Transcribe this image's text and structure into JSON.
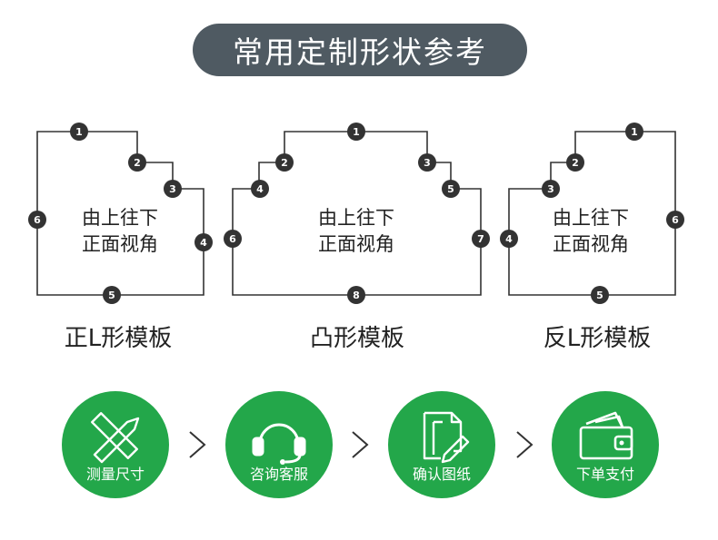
{
  "header": {
    "title": "常用定制形状参考"
  },
  "templates": [
    {
      "name": "正L形模板",
      "line1": "由上往下",
      "line2": "正面视角",
      "markers": [
        "1",
        "2",
        "3",
        "4",
        "5",
        "6"
      ]
    },
    {
      "name": "凸形模板",
      "line1": "由上往下",
      "line2": "正面视角",
      "markers": [
        "1",
        "2",
        "3",
        "4",
        "5",
        "6",
        "7",
        "8"
      ]
    },
    {
      "name": "反L形模板",
      "line1": "由上往下",
      "line2": "正面视角",
      "markers": [
        "1",
        "2",
        "3",
        "4",
        "5",
        "6"
      ]
    }
  ],
  "steps": [
    {
      "label": "测量尺寸",
      "icon": "ruler-pencil-icon"
    },
    {
      "label": "咨询客服",
      "icon": "headset-icon"
    },
    {
      "label": "确认图纸",
      "icon": "drawing-document-icon"
    },
    {
      "label": "下单支付",
      "icon": "wallet-icon"
    }
  ],
  "colors": {
    "header_bg": "#4f5a62",
    "marker": "#333333",
    "step_bg": "#23a74a",
    "outline": "#333333"
  }
}
